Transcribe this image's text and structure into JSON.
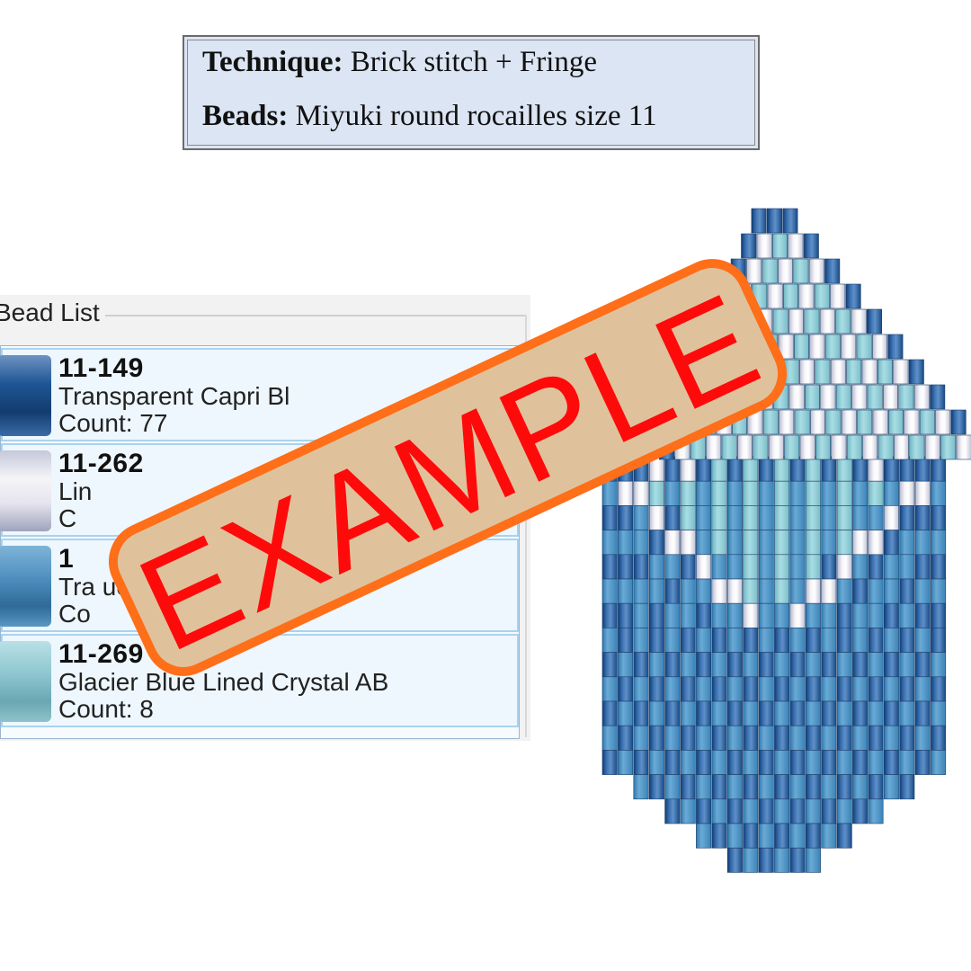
{
  "header": {
    "technique_label": "Technique:",
    "technique_value": "Brick stitch + Fringe",
    "beads_label": "Beads:",
    "beads_value": "Miyuki round rocailles size 11"
  },
  "bead_list": {
    "title": "Bead List",
    "items": [
      {
        "code": "11-149",
        "name": "Transparent Capri Bl",
        "count": "Count: 77",
        "color": "#1f5695"
      },
      {
        "code": "11-262",
        "name": "Lin",
        "count": "C",
        "color": "#d9dce8"
      },
      {
        "code": "1",
        "name": "Tra                     ue",
        "count": "Co",
        "color": "#4f8fbf"
      },
      {
        "code": "11-269",
        "name": "Glacier Blue Lined Crystal AB",
        "count": "Count: 8",
        "color": "#8fc7d0"
      }
    ]
  },
  "watermark": {
    "text": "EXAMPLE"
  },
  "colors": {
    "dark_blue": "#1f5695",
    "white_bead": "#e9e8ef",
    "mid_blue": "#4f96c6",
    "glacier": "#8ecbd3",
    "stamp_fill": "#dfc29c",
    "stamp_border": "#ff6e18",
    "stamp_text": "#ff0a0a"
  }
}
